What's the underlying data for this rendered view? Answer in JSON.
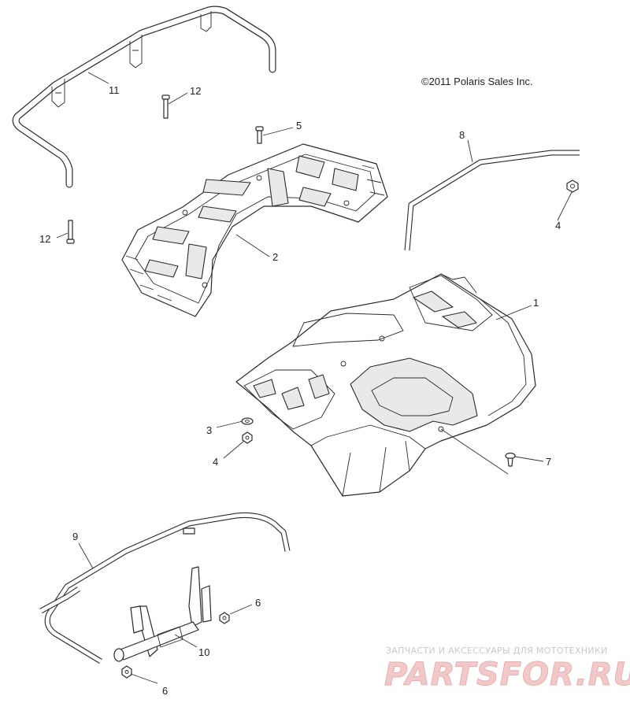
{
  "copyright": "©2011 Polaris Sales Inc.",
  "callouts": {
    "c1": "1",
    "c2": "2",
    "c3": "3",
    "c4a": "4",
    "c4b": "4",
    "c5": "5",
    "c6a": "6",
    "c6b": "6",
    "c7": "7",
    "c8": "8",
    "c9": "9",
    "c10": "10",
    "c11": "11",
    "c12a": "12",
    "c12b": "12"
  },
  "watermark": {
    "tagline": "ЗАПЧАСТИ И АКСЕССУАРЫ ДЛЯ МОТОТЕХНИКИ",
    "brand": "PARTSFOR.RU"
  },
  "colors": {
    "line": "#2a2a2a",
    "watermark_red": "#e8b0b0",
    "watermark_gray": "#c9c9c9"
  }
}
